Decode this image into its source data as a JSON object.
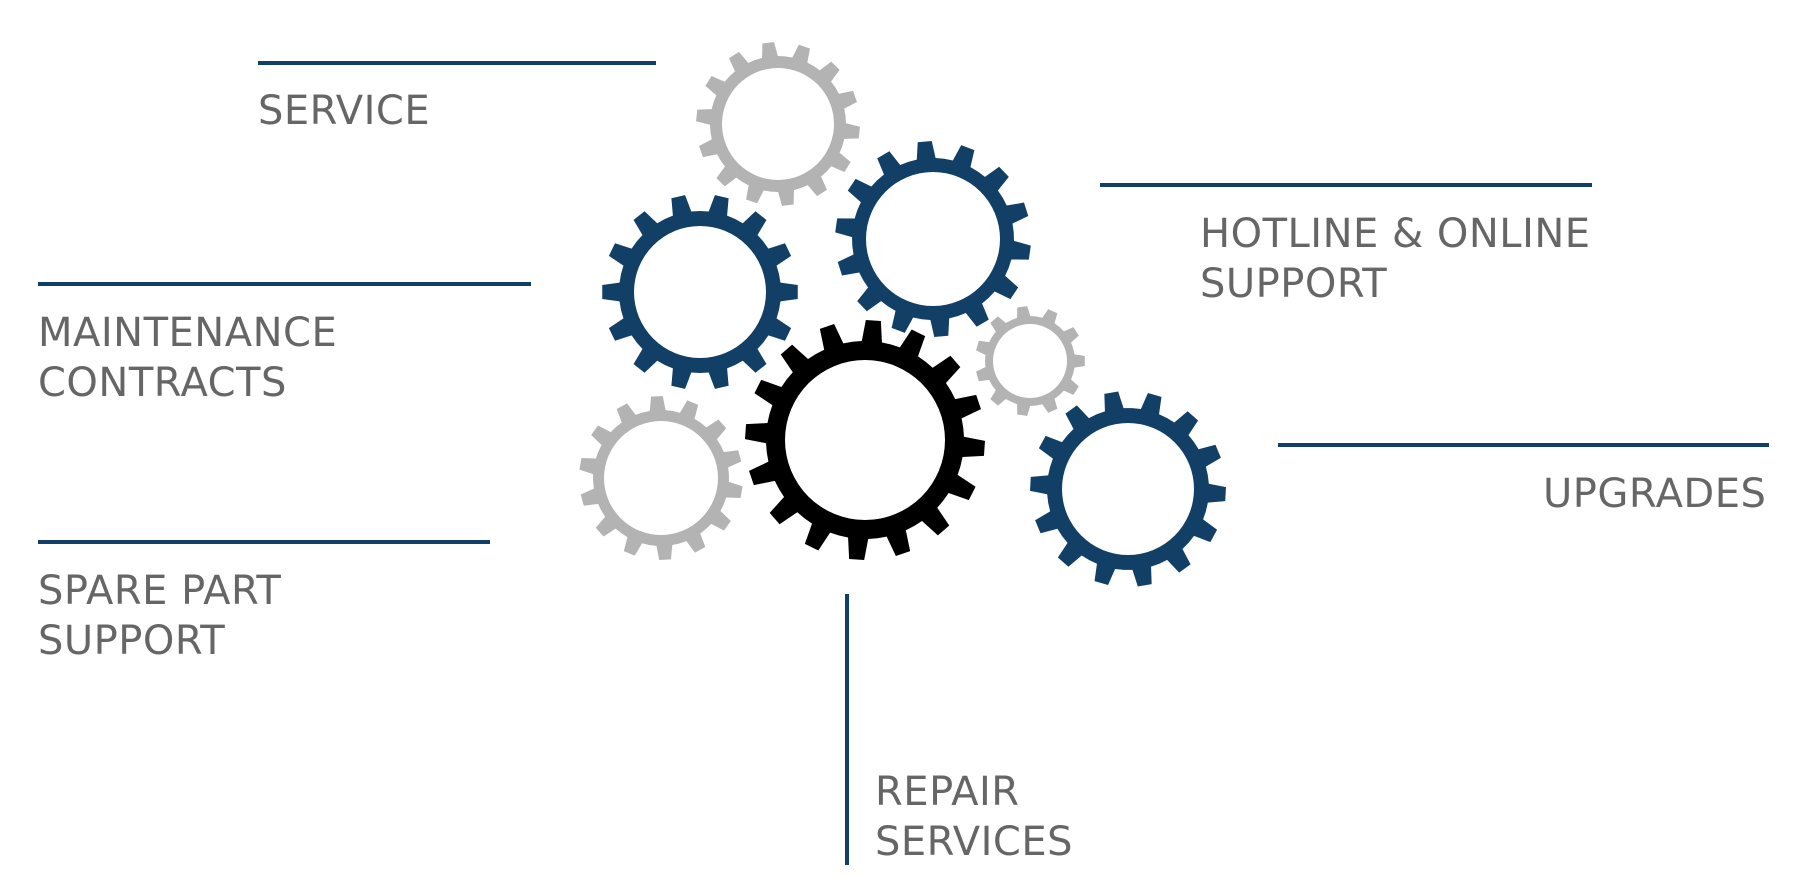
{
  "labels": {
    "service": [
      "SERVICE"
    ],
    "maintenance": [
      "MAINTENANCE",
      "CONTRACTS"
    ],
    "spare_part": [
      "SPARE PART",
      "SUPPORT"
    ],
    "hotline": [
      "HOTLINE & ONLINE",
      "SUPPORT"
    ],
    "upgrades": [
      "UPGRADES"
    ],
    "repair": [
      "REPAIR",
      "SERVICES"
    ]
  },
  "colors": {
    "rule": "#123f66",
    "text": "#666666",
    "gear_blue": "#123f66",
    "gear_gray": "#b3b3b3",
    "gear_black": "#000000"
  },
  "gears": [
    {
      "name": "gear-gray-top",
      "color": "gray",
      "teeth": 14
    },
    {
      "name": "gear-blue-left",
      "color": "blue",
      "teeth": 14
    },
    {
      "name": "gear-blue-top-right",
      "color": "blue",
      "teeth": 14
    },
    {
      "name": "gear-gray-small",
      "color": "gray",
      "teeth": 11
    },
    {
      "name": "gear-black-center",
      "color": "black",
      "teeth": 16
    },
    {
      "name": "gear-gray-bottom-left",
      "color": "gray",
      "teeth": 14
    },
    {
      "name": "gear-blue-bottom-right",
      "color": "blue",
      "teeth": 14
    }
  ]
}
